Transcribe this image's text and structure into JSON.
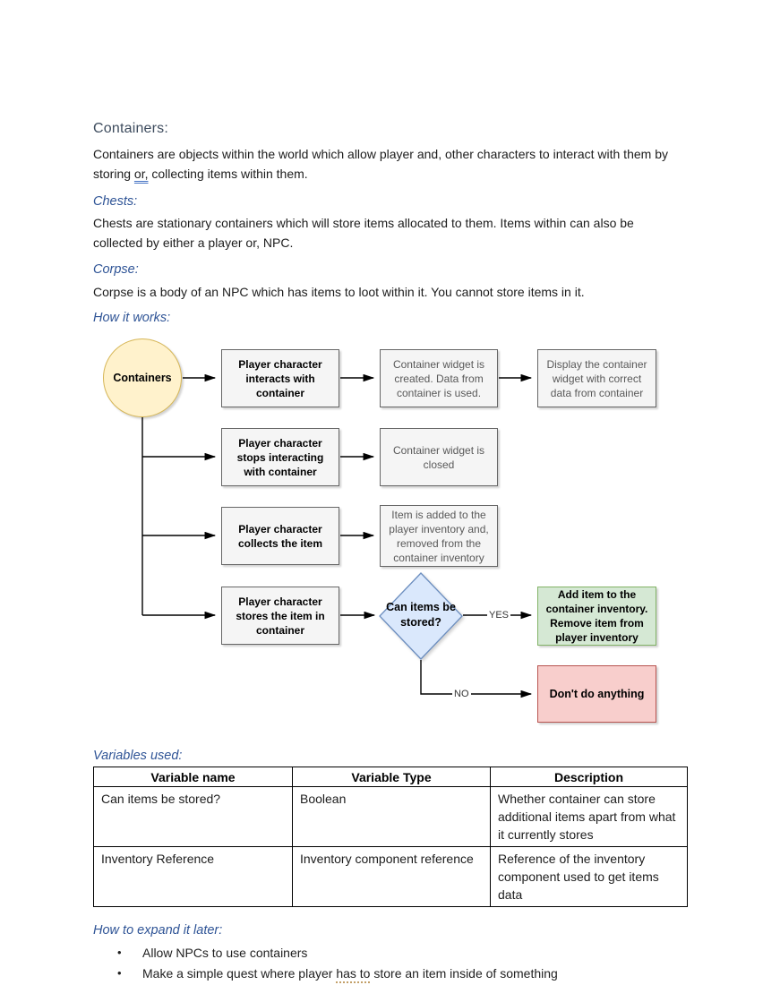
{
  "doc": {
    "heading_containers": "Containers:",
    "para_containers": {
      "before": "Containers are objects within the world which allow player and, other characters to interact with them by storing ",
      "marked": "or,",
      "after": " collecting items within them."
    },
    "heading_chests": "Chests:",
    "para_chests": "Chests are stationary containers which will store items allocated to them. Items within can also be collected by either a player or, NPC.",
    "heading_corpse": "Corpse:",
    "para_corpse": "Corpse is a body of an NPC which has items to loot within it. You cannot store items in it.",
    "heading_how_it_works": "How it works:",
    "heading_variables": "Variables used:",
    "heading_expand": "How to expand it later:",
    "bullet_glyph": "•",
    "bullets": {
      "item1": "Allow NPCs to use containers",
      "item2": {
        "before": "Make a simple quest where player ",
        "marked": "has to",
        "after": " store an item inside of something"
      }
    }
  },
  "flowchart": {
    "nodes": {
      "start": "Containers",
      "interacts": "Player character interacts with container",
      "widget_created": "Container widget is created. Data from container is used.",
      "display_widget": "Display the container widget with correct data from container",
      "stops_interacting": "Player character stops interacting with container",
      "widget_closed": "Container widget is closed",
      "collects_item": "Player character collects the item",
      "item_added": "Item is added to the player inventory and, removed from the container inventory",
      "stores_item": "Player character stores the item in container",
      "decision": "Can items be stored?",
      "yes_result": "Add item to the container inventory. Remove item from player inventory",
      "no_result": "Don't do anything"
    },
    "edge_labels": {
      "yes": "YES",
      "no": "NO"
    },
    "colors": {
      "start_fill": "#FFF2CC",
      "start_border": "#D6B656",
      "process_fill": "#F5F5F5",
      "process_border": "#666666",
      "decision_fill": "#DAE8FC",
      "decision_border": "#6C8EBF",
      "yes_fill": "#D5E8D4",
      "yes_border": "#82B366",
      "no_fill": "#F8CECC",
      "no_border": "#B85450",
      "heading_accent": "#2F5496",
      "title_color": "#3E4C5E"
    }
  },
  "variables_table": {
    "headers": [
      "Variable name",
      "Variable Type",
      "Description"
    ],
    "rows": [
      [
        "Can items be stored?",
        "Boolean",
        "Whether container can store additional items apart from what it currently stores"
      ],
      [
        "Inventory Reference",
        "Inventory component reference",
        "Reference of the inventory component used to get items data"
      ]
    ]
  }
}
